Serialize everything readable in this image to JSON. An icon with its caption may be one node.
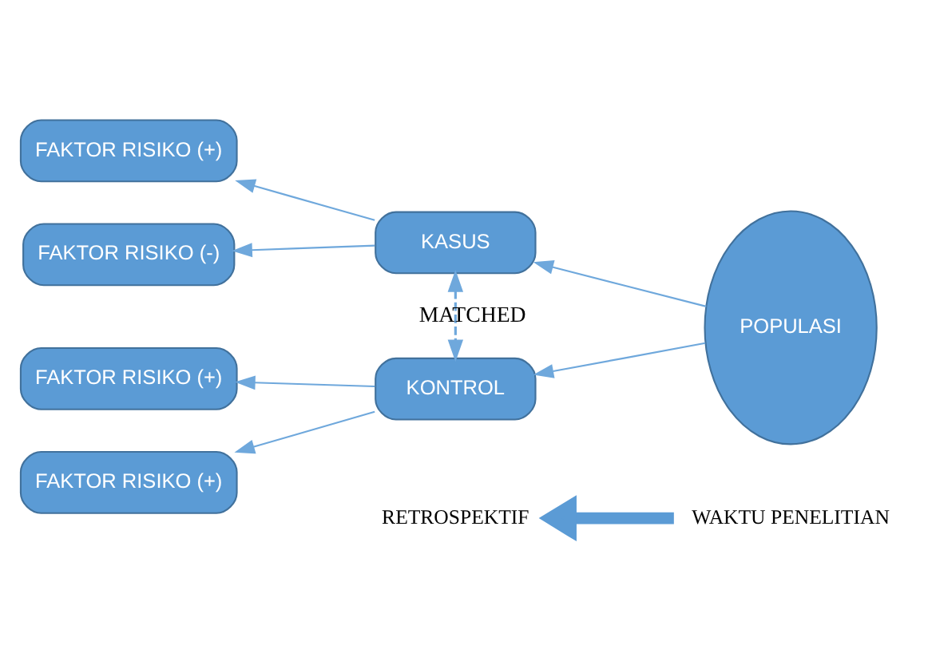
{
  "diagram": {
    "nodes": [
      {
        "text": [
          "RETROSPEKTIF"
        ]
      },
      {
        "text": [
          "WAKTU PENELITIAN"
        ]
      },
      {
        "text": [
          "FAKTOR RISIKO (+)"
        ]
      },
      {
        "text": [
          "FAKTOR RISIKO (-)"
        ]
      },
      {
        "text": [
          "KASUS"
        ]
      },
      {
        "text": [
          "FAKTOR RISIKO (+)"
        ]
      },
      {
        "text": [
          "FAKTOR RISIKO (+)"
        ]
      },
      {
        "text": [
          "KONTROL"
        ]
      },
      {
        "text": [
          "POPULASI"
        ]
      }
    ],
    "edges": [
      {
        "from": 1,
        "to": 0,
        "arrow": "to",
        "style": "thick"
      },
      {
        "from": 4,
        "to": 2,
        "arrow": "to"
      },
      {
        "from": 4,
        "to": 3,
        "arrow": "to"
      },
      {
        "from": 4,
        "to": 7,
        "arrow": "both",
        "style": "dashed",
        "label": "MATCHED"
      },
      {
        "from": 7,
        "to": 5,
        "arrow": "to"
      },
      {
        "from": 7,
        "to": 6,
        "arrow": "to"
      },
      {
        "from": 8,
        "to": 4,
        "arrow": "to"
      },
      {
        "from": 8,
        "to": 7,
        "arrow": "to"
      }
    ]
  }
}
